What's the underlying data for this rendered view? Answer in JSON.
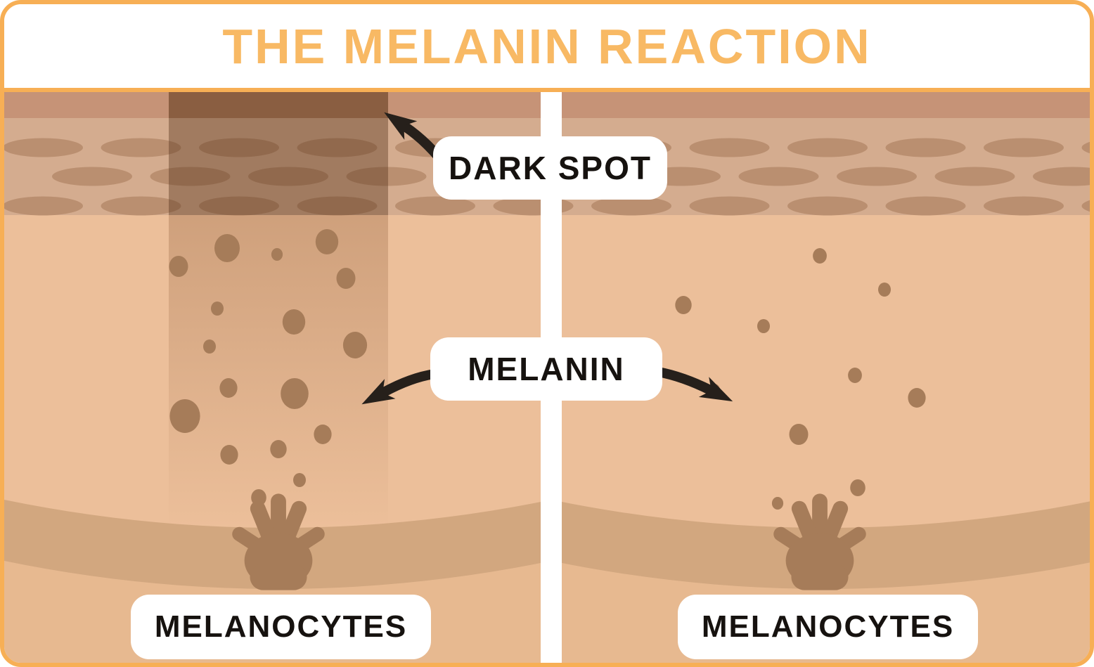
{
  "title": "THE MELANIN REACTION",
  "labels": {
    "dark_spot": "DARK SPOT",
    "melanin": "MELANIN",
    "melanocytes_left": "MELANOCYTES",
    "melanocytes_right": "MELANOCYTES"
  },
  "colors": {
    "frame_accent": "#F7AF55",
    "title_text": "#F8B964",
    "header_bg": "#FFFFFF",
    "label_bg": "#FFFFFF",
    "label_text": "#16120F",
    "arrow": "#26201B",
    "divider": "#FFFFFF",
    "skin": {
      "top_strip": "#C69377",
      "epidermis": "#D4AC8F",
      "epidermis_cells": "#BA8F70",
      "dermis": "#ECBF9A",
      "dermis_lower": "#E7B990",
      "basal_band": "#D2A77F",
      "melanin": "#A67C59",
      "dark_spot_strip": "#8A5E41"
    }
  },
  "illustration": {
    "left_panel": {
      "feature": "skin with dark spot column and dense melanin",
      "dots": [
        [
          317,
          347,
          20
        ],
        [
          248,
          373,
          15
        ],
        [
          388,
          356,
          9
        ],
        [
          459,
          338,
          18
        ],
        [
          486,
          390,
          15
        ],
        [
          303,
          433,
          10
        ],
        [
          412,
          452,
          18
        ],
        [
          499,
          485,
          19
        ],
        [
          292,
          487,
          10
        ],
        [
          319,
          546,
          14
        ],
        [
          413,
          554,
          22
        ],
        [
          257,
          586,
          24
        ],
        [
          453,
          612,
          14
        ],
        [
          390,
          633,
          13
        ],
        [
          320,
          641,
          14
        ],
        [
          420,
          677,
          10
        ],
        [
          362,
          702,
          12
        ]
      ]
    },
    "right_panel": {
      "feature": "normal skin with sparse melanin",
      "dots": [
        [
          1160,
          358,
          11
        ],
        [
          1252,
          406,
          10
        ],
        [
          966,
          428,
          13
        ],
        [
          1080,
          458,
          10
        ],
        [
          1210,
          528,
          11
        ],
        [
          1298,
          560,
          14
        ],
        [
          1010,
          549,
          9
        ],
        [
          1130,
          612,
          15
        ],
        [
          1214,
          688,
          12
        ],
        [
          1100,
          710,
          9
        ]
      ]
    }
  }
}
